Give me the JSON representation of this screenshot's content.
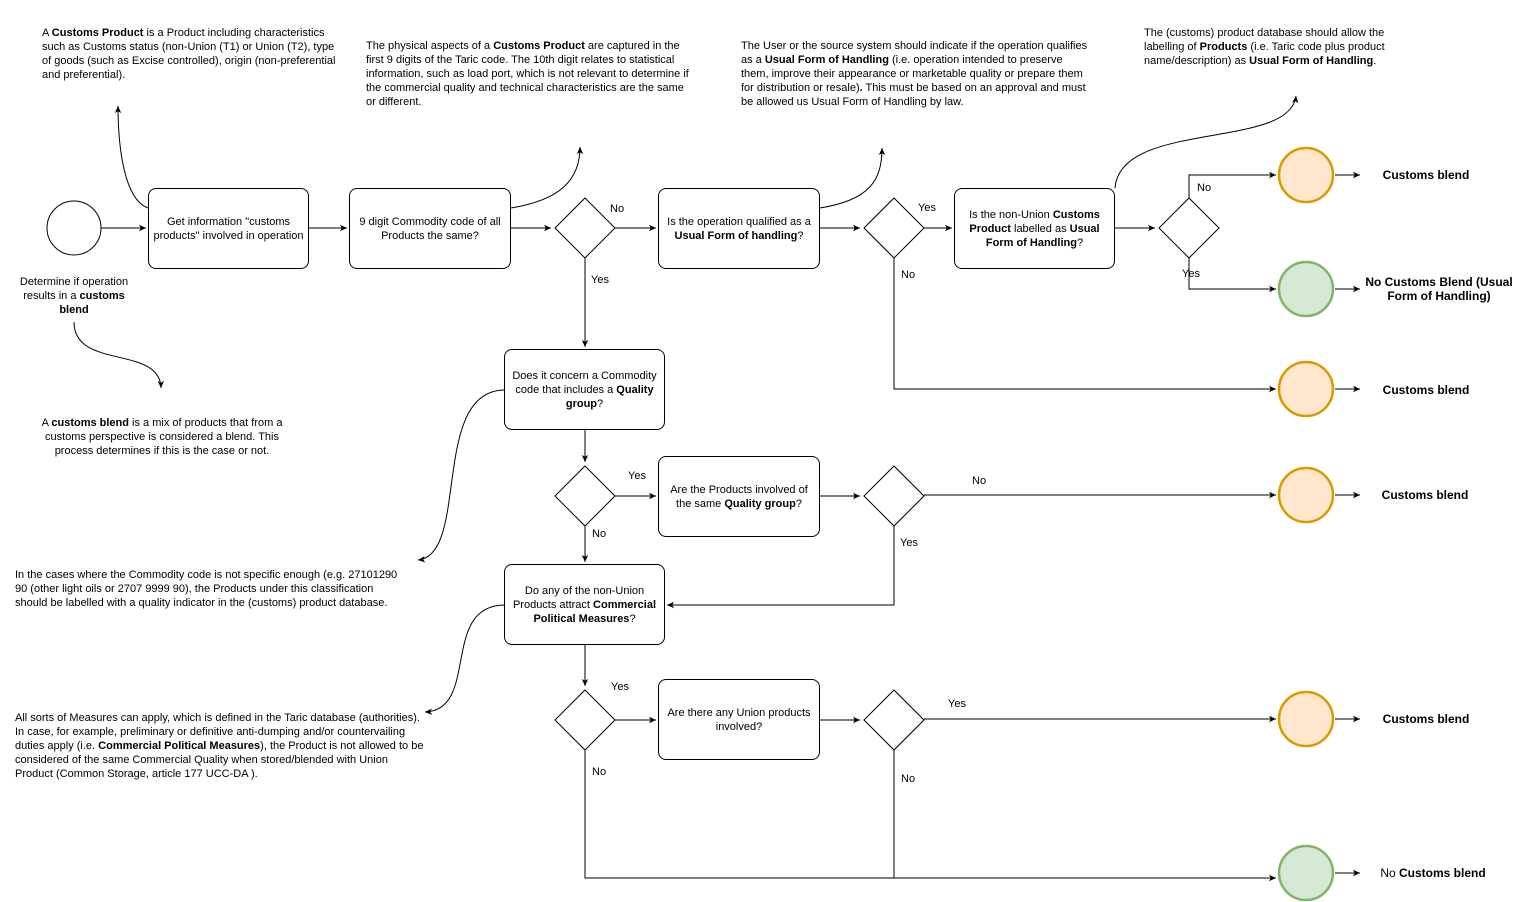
{
  "notes": {
    "customs_product": [
      "A ",
      "Customs Product",
      " is a Product including characteristics such as Customs status (non-Union (T1) or Union (T2), type of goods (such as Excise controlled), origin (non-preferential and preferential)."
    ],
    "physical_aspects": [
      "The physical aspects of a ",
      "Customs Product",
      "  are captured in the first 9 digits of the Taric code. The 10th digit relates to statistical information, such as load port, which is not relevant to determine if the commercial quality and technical characteristics are the same or different."
    ],
    "user_indicate": [
      "The User or the source system should indicate if the operation qualifies as a ",
      "Usual Form of Handling",
      " (i.e. operation intended to preserve them, improve their appearance or marketable quality or prepare them for distribution or resale)",
      ".",
      " This must be based on an approval and must be allowed us Usual Form of Handling by law."
    ],
    "database": [
      "The (customs) product database should allow the labelling of  ",
      "Products",
      " (i.e. Taric code plus product name/description) as ",
      "Usual Form of Handling",
      "."
    ],
    "determine": [
      "Determine if operation results in a ",
      "customs blend"
    ],
    "blend_def": [
      "A ",
      "customs blend",
      " is a mix of products that from a customs perspective is considered a blend. This process determines if this is the case or not."
    ],
    "commodity_specific": "In the cases where the Commodity code is not specific enough (e.g. 27101290 90 (other light oils or 2707 9999 90), the Products under this classification should be labelled with a quality indicator in the (customs) product database.",
    "measures": [
      "All sorts of Measures can apply, which is defined in the Taric database (authorities). In case, for example, preliminary or definitive anti-dumping and/or countervailing duties apply (i.e. ",
      "Commercial Political Measures",
      "), the Product is not allowed to be considered of the same Commercial Quality when stored/blended with Union Product (Common Storage, article 177 UCC-DA )."
    ]
  },
  "boxes": {
    "get_info": [
      "Get information \"customs products\" involved in operation"
    ],
    "commodity_same": [
      "9 digit Commodity code of all Products the same?"
    ],
    "usual_form": [
      "Is the operation qualified as a ",
      "Usual Form of handling",
      "?"
    ],
    "labelled": [
      "Is the non-Union ",
      "Customs Product",
      " labelled as ",
      "Usual Form of Handling",
      "?"
    ],
    "quality_group_code": [
      "Does it concern a Commodity code that includes a ",
      "Quality group",
      "?"
    ],
    "same_quality_group": [
      "Are the Products involved of the same ",
      "Quality group",
      "?"
    ],
    "commercial_measures": [
      "Do any of the non-Union Products attract ",
      "Commercial Political Measures",
      "?"
    ],
    "union_products": [
      "Are there any Union products involved?"
    ]
  },
  "edges": {
    "no": "No",
    "yes": "Yes"
  },
  "ends": {
    "customs_blend": "Customs blend",
    "no_blend_usual": "No Customs Blend (Usual Form of Handling)",
    "no_blend_plain": "No ",
    "no_blend_bold": "Customs blend"
  },
  "colors": {
    "orange_fill": "#ffe6cc",
    "orange_stroke": "#d79b00",
    "green_fill": "#d5e8d4",
    "green_stroke": "#82b366"
  }
}
